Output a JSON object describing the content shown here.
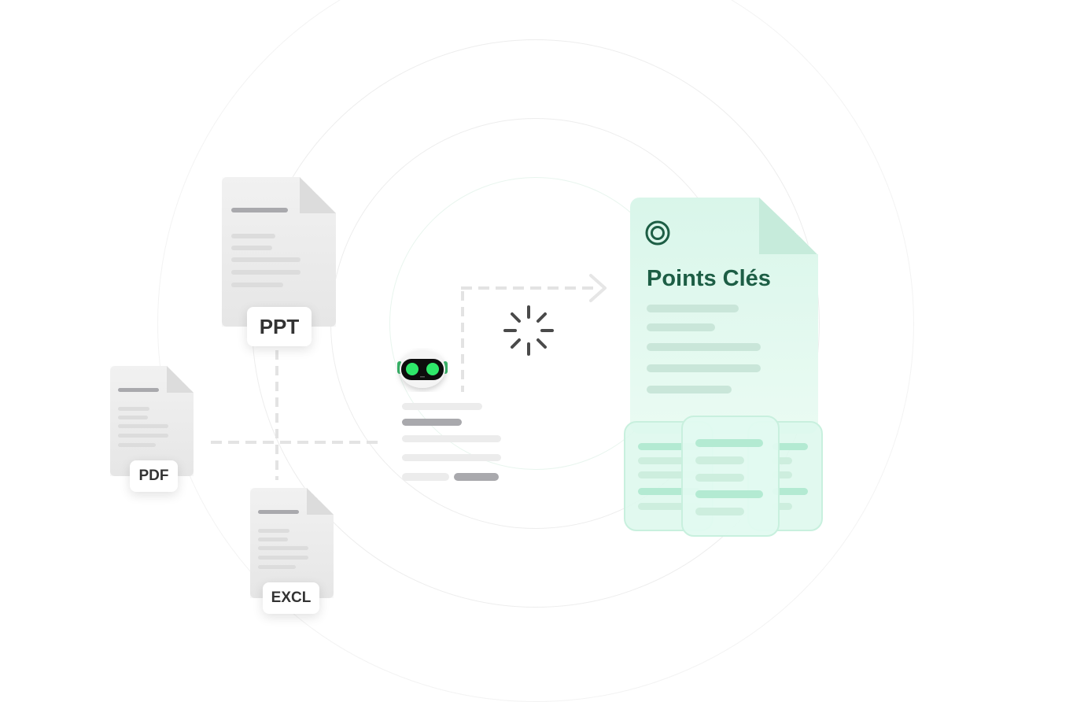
{
  "source_files": [
    {
      "label": "PPT"
    },
    {
      "label": "PDF"
    },
    {
      "label": "EXCL"
    }
  ],
  "result_document": {
    "title": "Points Clés"
  },
  "colors": {
    "accent_green": "#1d5e45",
    "robot_eyes": "#2ee86a",
    "result_bg": "#e2f8ee"
  }
}
